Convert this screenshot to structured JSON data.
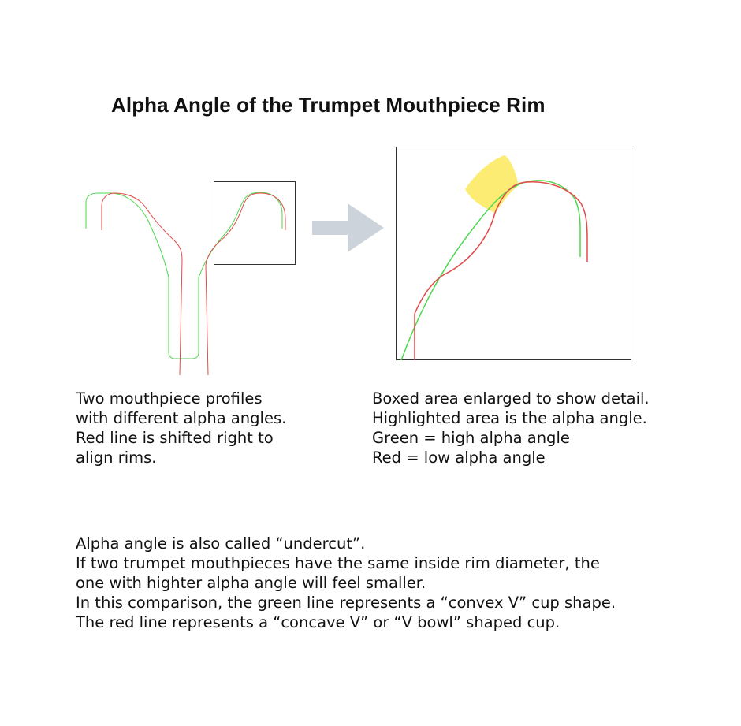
{
  "title": "Alpha Angle of the Trumpet Mouthpiece Rim",
  "colors": {
    "green_profile": "#4cd84c",
    "red_profile": "#e04a4a",
    "highlight": "#fbe95c",
    "arrow": "#cdd3da",
    "box": "#333333"
  },
  "captions": {
    "left": [
      "Two mouthpiece profiles",
      "with different alpha angles.",
      "Red line is shifted right to",
      "align rims."
    ],
    "right": [
      "Boxed area enlarged to show detail.",
      "Highlighted area is the alpha angle.",
      "Green = high alpha angle",
      "Red = low alpha angle"
    ]
  },
  "note": [
    "Alpha angle is also called “undercut”.",
    "If two trumpet mouthpieces have the same inside rim diameter, the",
    "one with highter alpha angle will feel smaller.",
    "In this comparison, the green line represents a “convex V” cup shape.",
    "The red line represents a “concave V” or “V bowl” shaped cup."
  ]
}
